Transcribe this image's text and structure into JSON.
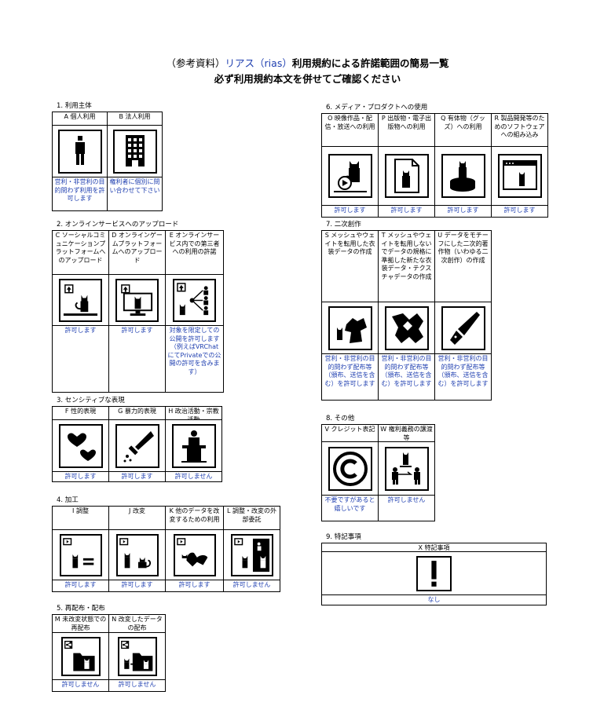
{
  "title": {
    "paren_open": "（",
    "paren_word": "参考資料",
    "paren_close": "）",
    "blue": "リアス（rias）",
    "rest": "利用規約による許諾範囲の簡易一覧",
    "line2": "必ず利用規約本文を併せてご確認ください"
  },
  "sections": [
    {
      "label": "1. 利用主体",
      "cols": [
        {
          "header": "A 個人利用",
          "icon": "person-icon",
          "result": "営利・非営利の目的問わず利用を許可します"
        },
        {
          "header": "B 法人利用",
          "icon": "building-icon",
          "result": "権利者に個別に問い合わせて下さい"
        }
      ]
    },
    {
      "label": "2. オンラインサービスへのアップロード",
      "cols": [
        {
          "header": "C ソーシャルコミュニケーションプラットフォームへのアップロード",
          "icon": "upload-cat-icon",
          "result": "許可します"
        },
        {
          "header": "D オンラインゲームプラットフォームへのアップロード",
          "icon": "upload-monitor-icon",
          "result": "許可します"
        },
        {
          "header": "E オンラインサービス内での第三者への利用の許諾",
          "icon": "share-people-icon",
          "result": "対象を限定しての公開を許可します（例えばVRChatにてPrivateでの公開の許可を含みます）"
        }
      ]
    },
    {
      "label": "3. センシティブな表現",
      "cols": [
        {
          "header": "F 性的表現",
          "icon": "hearts-icon",
          "result": "許可します"
        },
        {
          "header": "G 暴力的表現",
          "icon": "knife-icon",
          "result": "許可します"
        },
        {
          "header": "H 政治活動・宗教活動",
          "icon": "podium-icon",
          "result": "許可しません"
        }
      ]
    },
    {
      "label": "4. 加工",
      "cols": [
        {
          "header": "I 調整",
          "icon": "adjust-icon",
          "result": "許可します"
        },
        {
          "header": "J 改変",
          "icon": "modify-icon",
          "result": "許可します"
        },
        {
          "header": "K 他のデータを改変するための利用",
          "icon": "ribbon-icon",
          "result": "許可します"
        },
        {
          "header": "L 調整・改変の外部委託",
          "icon": "outsource-icon",
          "result": "許可しません"
        }
      ]
    },
    {
      "label": "5. 再配布・配布",
      "cols": [
        {
          "header": "M 未改変状態での再配布",
          "icon": "redistribute-icon",
          "result": "許可しません"
        },
        {
          "header": "N 改変したデータの配布",
          "icon": "distribute-modified-icon",
          "result": "許可しません"
        }
      ]
    },
    {
      "label": "6. メディア・プロダクトへの使用",
      "cols": [
        {
          "header": "O 映像作品・配信・放送への利用",
          "icon": "video-cat-icon",
          "result": "許可します"
        },
        {
          "header": "P 出版物・電子出版物への利用",
          "icon": "document-cat-icon",
          "result": "許可します"
        },
        {
          "header": "Q 有体物（グッズ）への利用",
          "icon": "goods-cat-icon",
          "result": "許可します"
        },
        {
          "header": "R 製品開発等のためのソフトウェアへの組み込み",
          "icon": "software-window-icon",
          "result": "許可します"
        }
      ]
    },
    {
      "label": "7. 二次創作",
      "cols": [
        {
          "header": "S メッシュやウェイトを転用した衣装データの作成",
          "icon": "cat-clothes-icon",
          "result": "営利・非営利の目的問わず配布等（頒布、送信を含む）を許可します"
        },
        {
          "header": "T メッシュやウェイトを転用しないでデータの規格に準拠した新たな衣装データ・テクスチャデータの作成",
          "icon": "cloth-icon",
          "result": "営利・非営利の目的問わず配布等（頒布、送信を含む）を許可します"
        },
        {
          "header": "U データをモチーフにした二次的著作物（いわゆる二次創作）の作成",
          "icon": "pen-nib-icon",
          "result": "営利・非営利の目的問わず配布等（頒布、送信を含む）を許可します"
        }
      ]
    },
    {
      "label": "8. その他",
      "cols": [
        {
          "header": "V クレジット表記",
          "icon": "copyright-icon",
          "result": "不要ですがあると嬉しいです"
        },
        {
          "header": "W 権利義務の譲渡等",
          "icon": "transfer-icon",
          "result": "許可しません"
        }
      ]
    },
    {
      "label": "9. 特記事項",
      "cols": [
        {
          "header": "X 特記事項",
          "icon": "exclamation-icon",
          "result": "なし"
        }
      ]
    }
  ]
}
